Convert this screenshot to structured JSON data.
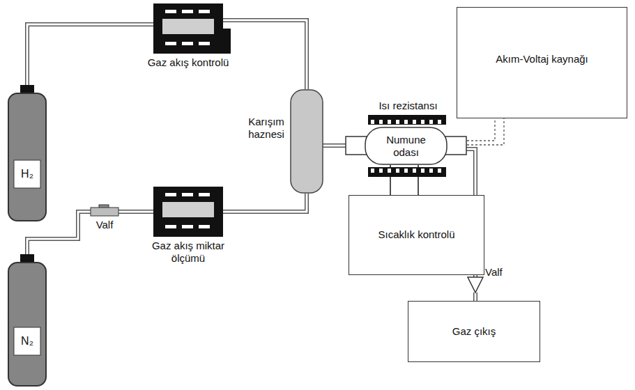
{
  "diagram": {
    "nodes": [
      {
        "text": [
          "H₂"
        ]
      },
      {
        "text": [
          "N₂"
        ]
      },
      {
        "text": [
          "Gaz akış kontrolü"
        ]
      },
      {
        "text": [
          "Valf"
        ]
      },
      {
        "text": [
          "Gaz akış miktar ölçümü"
        ]
      },
      {
        "text": [
          "Karışım haznesi"
        ]
      },
      {
        "text": [
          "Numune odası"
        ]
      },
      {
        "text": [
          "Sıcaklık kontrolü"
        ]
      },
      {
        "text": [
          "Akım-Voltaj kaynağı"
        ]
      },
      {
        "text": [
          "Valf"
        ]
      },
      {
        "text": [
          "Gaz çıkış"
        ]
      }
    ],
    "edges": [
      {
        "from": 0,
        "to": 2,
        "arrow": "none"
      },
      {
        "from": 2,
        "to": 5,
        "arrow": "none"
      },
      {
        "from": 1,
        "to": 3,
        "arrow": "none"
      },
      {
        "from": 3,
        "to": 4,
        "arrow": "none"
      },
      {
        "from": 4,
        "to": 5,
        "arrow": "none"
      },
      {
        "from": 5,
        "to": 6,
        "arrow": "none"
      },
      {
        "from": 6,
        "to": 9,
        "arrow": "none"
      },
      {
        "from": 9,
        "to": 10,
        "arrow": "none"
      },
      {
        "from": 6,
        "to": 8,
        "arrow": "none"
      },
      {
        "from": 6,
        "to": 7,
        "arrow": "none"
      }
    ],
    "labels": [
      "Isı rezistansı"
    ]
  }
}
